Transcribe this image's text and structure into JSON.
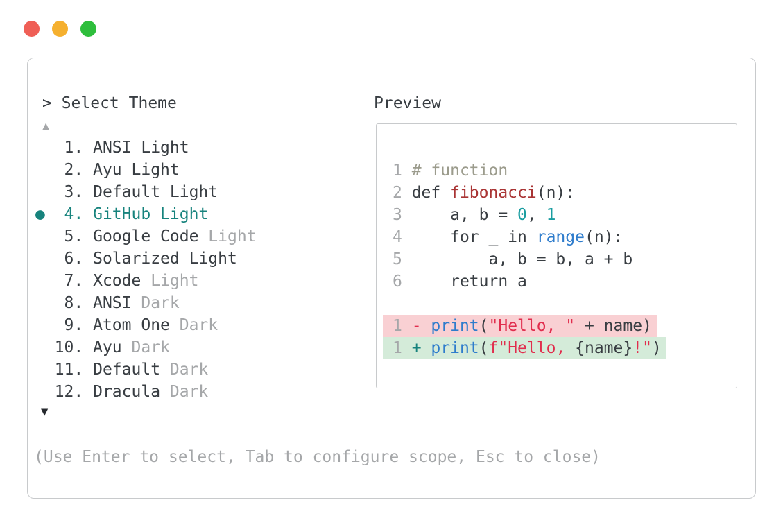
{
  "window": {
    "controls": [
      {
        "name": "close",
        "color_key": "traffic_red"
      },
      {
        "name": "minimize",
        "color_key": "traffic_yellow"
      },
      {
        "name": "zoom",
        "color_key": "traffic_green"
      }
    ]
  },
  "theme_selector": {
    "title": "> Select Theme",
    "scroll_up": "▲",
    "scroll_down": "▼",
    "selected_marker": "●",
    "hint": "(Use Enter to select, Tab to configure scope, Esc to close)",
    "items": [
      {
        "number": "1",
        "selected": false,
        "parts": [
          {
            "text": "ANSI Light",
            "color": "dark"
          }
        ]
      },
      {
        "number": "2",
        "selected": false,
        "parts": [
          {
            "text": "Ayu Light",
            "color": "dark"
          }
        ]
      },
      {
        "number": "3",
        "selected": false,
        "parts": [
          {
            "text": "Default Light",
            "color": "dark"
          }
        ]
      },
      {
        "number": "4",
        "selected": true,
        "parts": [
          {
            "text": "GitHub Light",
            "color": "teal"
          }
        ]
      },
      {
        "number": "5",
        "selected": false,
        "parts": [
          {
            "text": "Google Code",
            "color": "dark"
          },
          {
            "text": " Light",
            "color": "gray"
          }
        ]
      },
      {
        "number": "6",
        "selected": false,
        "parts": [
          {
            "text": "Solarized Light",
            "color": "dark"
          }
        ]
      },
      {
        "number": "7",
        "selected": false,
        "parts": [
          {
            "text": "Xcode",
            "color": "dark"
          },
          {
            "text": " Light",
            "color": "gray"
          }
        ]
      },
      {
        "number": "8",
        "selected": false,
        "parts": [
          {
            "text": "ANSI",
            "color": "dark"
          },
          {
            "text": " Dark",
            "color": "gray"
          }
        ]
      },
      {
        "number": "9",
        "selected": false,
        "parts": [
          {
            "text": "Atom One",
            "color": "dark"
          },
          {
            "text": " Dark",
            "color": "gray"
          }
        ]
      },
      {
        "number": "10",
        "selected": false,
        "parts": [
          {
            "text": "Ayu",
            "color": "dark"
          },
          {
            "text": " Dark",
            "color": "gray"
          }
        ]
      },
      {
        "number": "11",
        "selected": false,
        "parts": [
          {
            "text": "Default",
            "color": "dark"
          },
          {
            "text": " Dark",
            "color": "gray"
          }
        ]
      },
      {
        "number": "12",
        "selected": false,
        "parts": [
          {
            "text": "Dracula",
            "color": "dark"
          },
          {
            "text": " Dark",
            "color": "gray"
          }
        ]
      }
    ]
  },
  "preview": {
    "label": "Preview",
    "code_lines": [
      {
        "highlight": null,
        "tokens": [
          {
            "text": "1 ",
            "color": "ln"
          },
          {
            "text": "# function",
            "color": "comment"
          }
        ]
      },
      {
        "highlight": null,
        "tokens": [
          {
            "text": "2 ",
            "color": "ln"
          },
          {
            "text": "def ",
            "color": "dark"
          },
          {
            "text": "fibonacci",
            "color": "darkred"
          },
          {
            "text": "(n):",
            "color": "dark"
          }
        ]
      },
      {
        "highlight": null,
        "tokens": [
          {
            "text": "3 ",
            "color": "ln"
          },
          {
            "text": "    a, b = ",
            "color": "dark"
          },
          {
            "text": "0",
            "color": "cyan"
          },
          {
            "text": ", ",
            "color": "dark"
          },
          {
            "text": "1",
            "color": "cyan"
          }
        ]
      },
      {
        "highlight": null,
        "tokens": [
          {
            "text": "4 ",
            "color": "ln"
          },
          {
            "text": "    for _ in ",
            "color": "dark"
          },
          {
            "text": "range",
            "color": "blue"
          },
          {
            "text": "(n):",
            "color": "dark"
          }
        ]
      },
      {
        "highlight": null,
        "tokens": [
          {
            "text": "5 ",
            "color": "ln"
          },
          {
            "text": "        a, b = b, a + b",
            "color": "dark"
          }
        ]
      },
      {
        "highlight": null,
        "tokens": [
          {
            "text": "6 ",
            "color": "ln"
          },
          {
            "text": "    return a",
            "color": "dark"
          }
        ]
      },
      {
        "highlight": null,
        "tokens": []
      },
      {
        "highlight": "removed",
        "tokens": [
          {
            "text": "1 ",
            "color": "ln"
          },
          {
            "text": "- ",
            "color": "crimson"
          },
          {
            "text": "print",
            "color": "blue"
          },
          {
            "text": "(",
            "color": "dark"
          },
          {
            "text": "\"Hello, \"",
            "color": "crimson"
          },
          {
            "text": " + name)",
            "color": "dark"
          }
        ]
      },
      {
        "highlight": "added",
        "tokens": [
          {
            "text": "1 ",
            "color": "ln"
          },
          {
            "text": "+ ",
            "color": "teal"
          },
          {
            "text": "print",
            "color": "blue"
          },
          {
            "text": "(",
            "color": "dark"
          },
          {
            "text": "f\"Hello, ",
            "color": "crimson"
          },
          {
            "text": "{name}",
            "color": "dark"
          },
          {
            "text": "!\"",
            "color": "crimson"
          },
          {
            "text": ")",
            "color": "dark"
          }
        ]
      }
    ]
  },
  "colors": {
    "text_dark": "#383d42",
    "text_gray": "#a5a7a9",
    "arrow_dark": "#26292e",
    "accent_teal": "#17837d",
    "cyan_number": "#199da0",
    "blue_call": "#2e7ccc",
    "dark_red_function": "#a93434",
    "crimson_string": "#e12d4d",
    "comment": "#9b9b8c",
    "diff_removed_bg": "#f9d0d3",
    "diff_added_bg": "#d4ebd9",
    "border": "#c8cacc",
    "traffic_red": "#ef5f56",
    "traffic_yellow": "#f5b02f",
    "traffic_green": "#2ebe3c"
  }
}
